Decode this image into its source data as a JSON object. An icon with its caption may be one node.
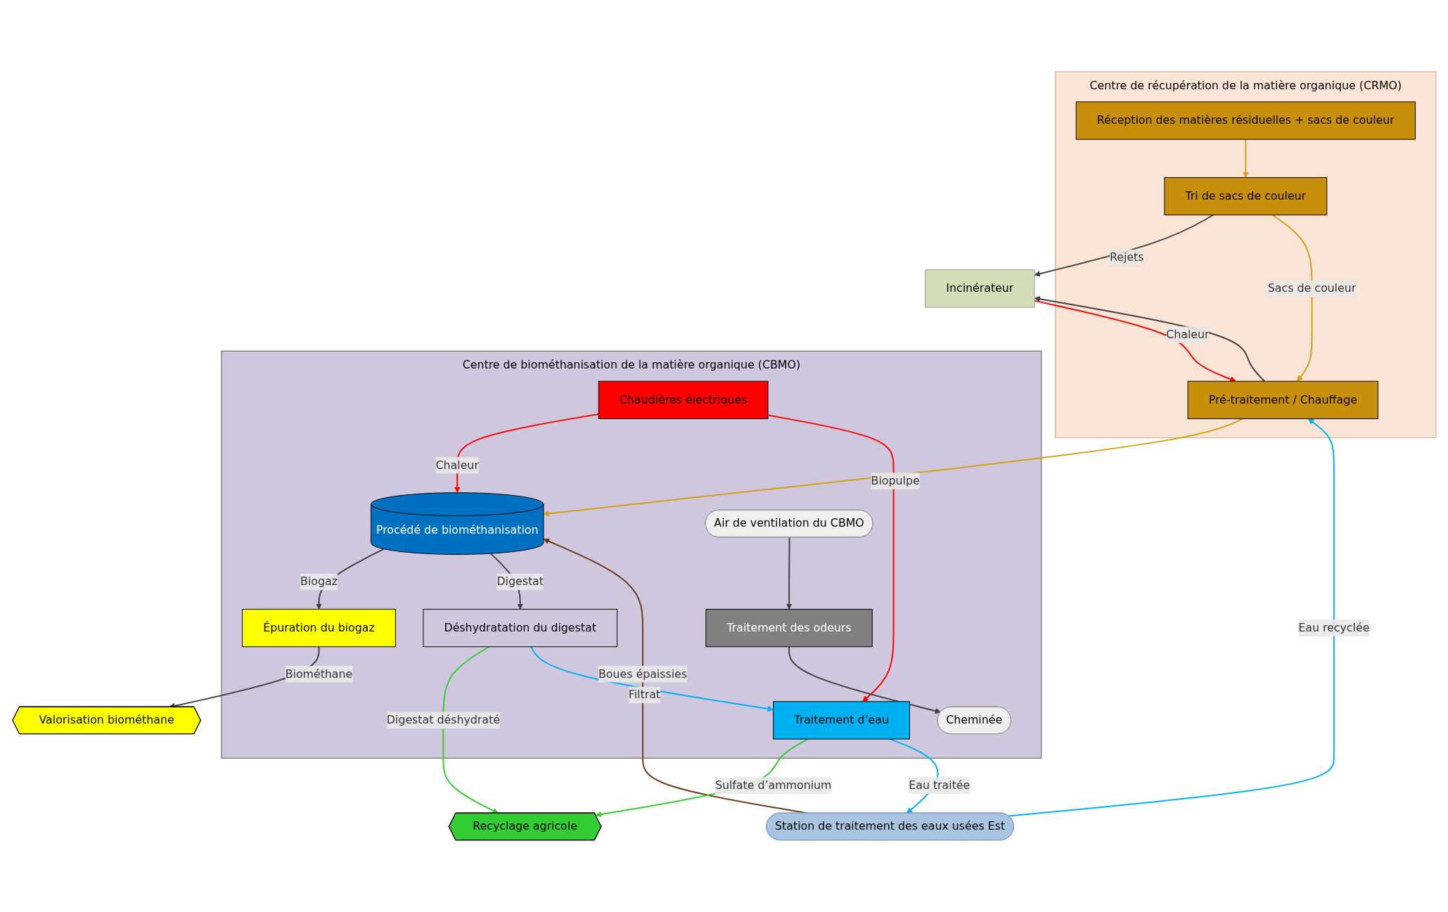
{
  "diagram": {
    "nodes": [
      {
        "text": [
          "Centre de récupération de la matière organique (CRMO)"
        ]
      },
      {
        "text": [
          "Réception des matières résiduelles + sacs de couleur"
        ],
        "in": 0
      },
      {
        "text": [
          "Tri de sacs de couleur"
        ],
        "in": 0
      },
      {
        "text": [
          "Pré-traitement / Chauffage"
        ],
        "in": 0
      },
      {
        "text": [
          "Incinérateur"
        ]
      },
      {
        "text": [
          "Centre de biométhanisation de la matière organique (CBMO)"
        ]
      },
      {
        "text": [
          "Épuration du biogaz"
        ],
        "in": 5
      },
      {
        "text": [
          "Chaudières électriques"
        ],
        "in": 5
      },
      {
        "text": [
          "Procédé de biométhanisation"
        ],
        "in": 5
      },
      {
        "text": [
          "Traitement des odeurs"
        ],
        "in": 5
      },
      {
        "text": [
          "Déshydratation du digestat"
        ],
        "in": 5
      },
      {
        "text": [
          "Traitement d’eau"
        ],
        "in": 5
      },
      {
        "text": [
          "Valorisation biométhane"
        ]
      },
      {
        "text": [
          "Recyclage agricole"
        ]
      },
      {
        "text": [
          "Station de traitement des eaux usées Est"
        ]
      },
      {
        "text": [
          "Cheminée"
        ],
        "in": 5
      },
      {
        "text": [
          "Air de ventilation du CBMO"
        ],
        "in": 5
      }
    ],
    "edges": [
      {
        "from": 1,
        "to": 2,
        "arrow": "to",
        "color": "#d4a017"
      },
      {
        "from": 2,
        "to": 4,
        "arrow": "to",
        "label": "Rejets"
      },
      {
        "from": 2,
        "to": 3,
        "arrow": "to",
        "label": "Sacs de couleur",
        "color": "#d4a017"
      },
      {
        "from": 3,
        "to": 4,
        "arrow": "to"
      },
      {
        "from": 14,
        "to": 3,
        "arrow": "to",
        "label": "Eau recyclée",
        "color": "#00b0f0"
      },
      {
        "from": 4,
        "to": 3,
        "arrow": "to",
        "label": "Chaleur",
        "color": "#ff0000"
      },
      {
        "from": 3,
        "to": 8,
        "arrow": "to",
        "label": "Biopulpe",
        "color": "#d4a017"
      },
      {
        "from": 14,
        "to": 8,
        "arrow": "to",
        "label": "Boues épaissies",
        "color": "#6b3a1a"
      },
      {
        "from": 8,
        "to": 6,
        "arrow": "to",
        "label": "Biogaz"
      },
      {
        "from": 6,
        "to": 12,
        "arrow": "to",
        "label": "Biométhane"
      },
      {
        "from": 7,
        "to": 8,
        "arrow": "to",
        "label": "Chaleur",
        "color": "#ff0000"
      },
      {
        "from": 7,
        "to": 11,
        "arrow": "to",
        "color": "#ff0000"
      },
      {
        "from": 16,
        "to": 9,
        "arrow": "to"
      },
      {
        "from": 9,
        "to": 15,
        "arrow": "to"
      },
      {
        "from": 8,
        "to": 10,
        "arrow": "to",
        "label": "Digestat"
      },
      {
        "from": 10,
        "to": 13,
        "arrow": "to",
        "label": "Digestat déshydraté",
        "color": "#33cc33"
      },
      {
        "from": 10,
        "to": 11,
        "arrow": "to",
        "label": "Filtrat",
        "color": "#00b0f0"
      },
      {
        "from": 11,
        "to": 13,
        "arrow": "to",
        "label": "Sulfate d’ammonium",
        "color": "#33cc33"
      },
      {
        "from": 11,
        "to": 14,
        "arrow": "to",
        "label": "Eau traitée",
        "color": "#00b0f0"
      }
    ]
  }
}
